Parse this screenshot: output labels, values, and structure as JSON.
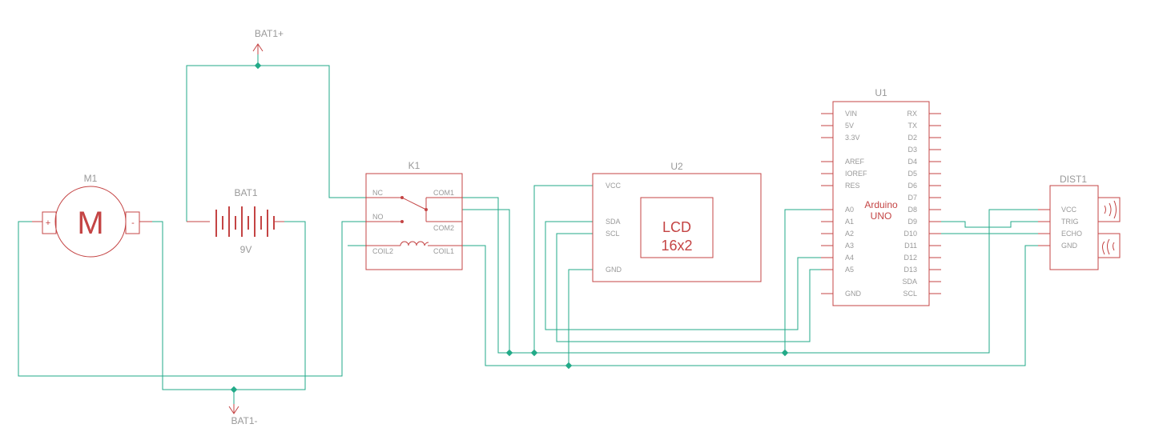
{
  "colors": {
    "wire": "#22aa88",
    "part": "#c44444",
    "label": "#999999",
    "net": "#888888"
  },
  "nets": {
    "bat_pos": "BAT1+",
    "bat_neg": "BAT1-"
  },
  "motor": {
    "ref": "M1",
    "symbol": "M",
    "plus": "+",
    "minus": "-"
  },
  "battery": {
    "ref": "BAT1",
    "value": "9V"
  },
  "relay": {
    "ref": "K1",
    "pins": {
      "nc": "NC",
      "no": "NO",
      "coil2": "COIL2",
      "com1": "COM1",
      "com2": "COM2",
      "coil1": "COIL1"
    }
  },
  "lcd": {
    "ref": "U2",
    "pins": {
      "vcc": "VCC",
      "sda": "SDA",
      "scl": "SCL",
      "gnd": "GND"
    },
    "label1": "LCD",
    "label2": "16x2"
  },
  "arduino": {
    "ref": "U1",
    "label1": "Arduino",
    "label2": "UNO",
    "left_pins": [
      {
        "label": "VIN",
        "row": 0
      },
      {
        "label": "5V",
        "row": 1
      },
      {
        "label": "3.3V",
        "row": 2
      },
      {
        "label": "AREF",
        "row": 4
      },
      {
        "label": "IOREF",
        "row": 5
      },
      {
        "label": "RES",
        "row": 6
      },
      {
        "label": "A0",
        "row": 8
      },
      {
        "label": "A1",
        "row": 9
      },
      {
        "label": "A2",
        "row": 10
      },
      {
        "label": "A3",
        "row": 11
      },
      {
        "label": "A4",
        "row": 12
      },
      {
        "label": "A5",
        "row": 13
      },
      {
        "label": "GND",
        "row": 15
      }
    ],
    "right_pins": [
      {
        "label": "RX",
        "row": 0
      },
      {
        "label": "TX",
        "row": 1
      },
      {
        "label": "D2",
        "row": 2
      },
      {
        "label": "D3",
        "row": 3
      },
      {
        "label": "D4",
        "row": 4
      },
      {
        "label": "D5",
        "row": 5
      },
      {
        "label": "D6",
        "row": 6
      },
      {
        "label": "D7",
        "row": 7
      },
      {
        "label": "D8",
        "row": 8
      },
      {
        "label": "D9",
        "row": 9
      },
      {
        "label": "D10",
        "row": 10
      },
      {
        "label": "D11",
        "row": 11
      },
      {
        "label": "D12",
        "row": 12
      },
      {
        "label": "D13",
        "row": 13
      },
      {
        "label": "SDA",
        "row": 14
      },
      {
        "label": "SCL",
        "row": 15
      }
    ]
  },
  "sensor": {
    "ref": "DIST1",
    "pins": {
      "vcc": "VCC",
      "trig": "TRIG",
      "echo": "ECHO",
      "gnd": "GND"
    }
  }
}
